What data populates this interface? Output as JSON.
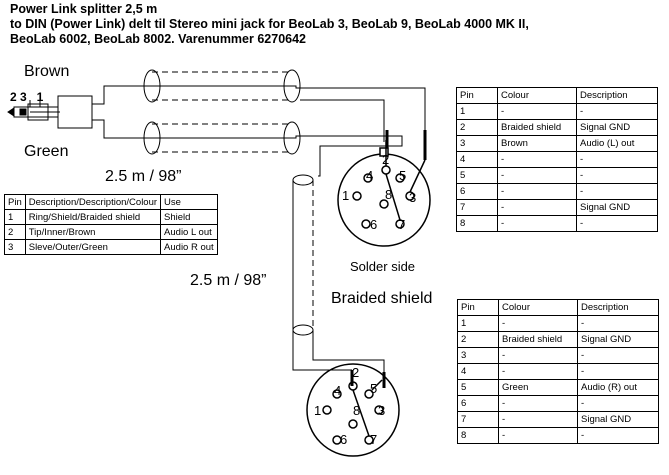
{
  "title": {
    "line1": "Power Link splitter 2,5 m",
    "line2": "to DIN (Power Link) delt til Stereo mini jack for BeoLab 3, BeoLab 9, BeoLab 4000 MK II,",
    "line3": "BeoLab 6002, BeoLab 8002. Varenummer 6270642"
  },
  "labels": {
    "brown": "Brown",
    "green": "Green",
    "jack_pins": "2 3   1",
    "length_top": "2.5 m / 98”",
    "length_mid": "2.5 m / 98”",
    "solder_side": "Solder side",
    "braided_shield": "Braided shield"
  },
  "din_pins": [
    "1",
    "2",
    "3",
    "4",
    "5",
    "6",
    "7",
    "8"
  ],
  "table_jack": {
    "headers": [
      "Pin",
      "Description/Description/Colour",
      "Use"
    ],
    "rows": [
      [
        "1",
        "Ring/Shield/Braided shield",
        "Shield"
      ],
      [
        "2",
        "Tip/Inner/Brown",
        "Audio L out"
      ],
      [
        "3",
        "Sleve/Outer/Green",
        "Audio R out"
      ]
    ]
  },
  "table_din1": {
    "headers": [
      "Pin",
      "Colour",
      "Description"
    ],
    "rows": [
      [
        "1",
        "-",
        "-"
      ],
      [
        "2",
        "Braided shield",
        "Signal GND"
      ],
      [
        "3",
        "Brown",
        "Audio (L) out"
      ],
      [
        "4",
        "-",
        "-"
      ],
      [
        "5",
        "-",
        "-"
      ],
      [
        "6",
        "-",
        "-"
      ],
      [
        "7",
        "-",
        "Signal GND"
      ],
      [
        "8",
        "-",
        "-"
      ]
    ]
  },
  "table_din2": {
    "headers": [
      "Pin",
      "Colour",
      "Description"
    ],
    "rows": [
      [
        "1",
        "-",
        "-"
      ],
      [
        "2",
        "Braided shield",
        "Signal GND"
      ],
      [
        "3",
        "-",
        "-"
      ],
      [
        "4",
        "-",
        "-"
      ],
      [
        "5",
        "Green",
        "Audio (R) out"
      ],
      [
        "6",
        "-",
        "-"
      ],
      [
        "7",
        "-",
        "Signal GND"
      ],
      [
        "8",
        "-",
        "-"
      ]
    ]
  }
}
